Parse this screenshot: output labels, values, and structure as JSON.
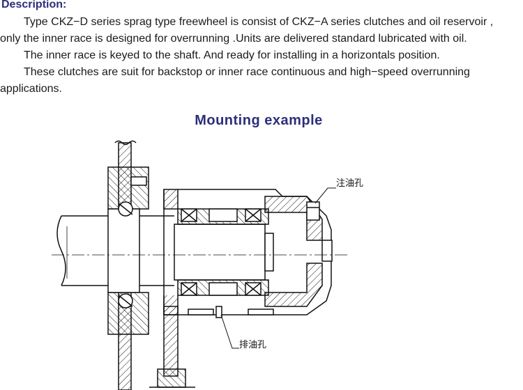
{
  "description": {
    "heading": "Description:",
    "p1_line1": "Type CKZ−D series sprag type freewheel is consist of CKZ−A series clutches and oil reservoir ,",
    "p1_line2": "only  the inner race is designed for overrunning .Units are delivered standard lubricated with oil.",
    "p2": "The inner race is keyed to the shaft. And ready for installing in a horizontals position.",
    "p3_line1": "These clutches are suit for backstop or inner race continuous and high−speed overrunning",
    "p3_line2": "applications."
  },
  "figure": {
    "title": "Mounting example",
    "callouts": {
      "oil_fill_hole": "注油孔",
      "oil_drain_hole": "排油孔"
    }
  },
  "colors": {
    "heading": "#2b2f7a",
    "text": "#1a1a1a",
    "line_art": "#111111"
  }
}
